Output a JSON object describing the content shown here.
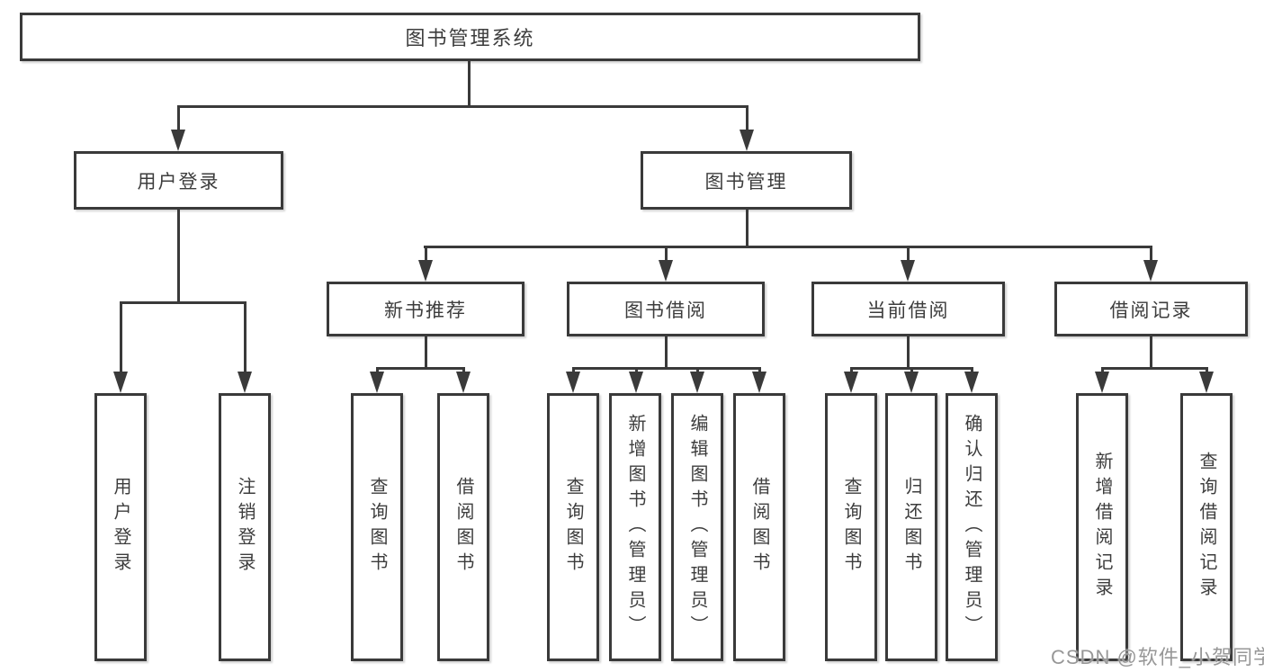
{
  "diagram": {
    "root": "图书管理系统",
    "level2": [
      "用户登录",
      "图书管理"
    ],
    "level3": [
      "新书推荐",
      "图书借阅",
      "当前借阅",
      "借阅记录"
    ],
    "leaves": {
      "user_login": [
        "用户登录",
        "注销登录"
      ],
      "new_books": [
        "查询图书",
        "借阅图书"
      ],
      "book_borrow": [
        "查询图书",
        "新增图书（管理员）",
        "编辑图书（管理员）",
        "借阅图书"
      ],
      "current_borrow": [
        "查询图书",
        "归还图书",
        "确认归还（管理员）"
      ],
      "borrow_records": [
        "新增借阅记录",
        "查询借阅记录"
      ]
    }
  },
  "watermark": "CSDN @软件_小贺同学",
  "colors": {
    "line": "#3a3a3a",
    "text": "#3d3d3d",
    "watermark": "#979797"
  }
}
